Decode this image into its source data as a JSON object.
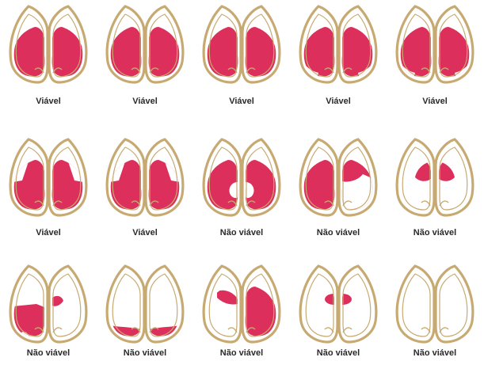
{
  "colors": {
    "seed_outline": "#c6aa72",
    "viable_tissue": "#dd2f5b",
    "label_text": "#2a2a2a"
  },
  "rows": [
    {
      "cells": [
        {
          "label": "Viável",
          "stain": "full"
        },
        {
          "label": "Viável",
          "stain": "full"
        },
        {
          "label": "Viável",
          "stain": "full"
        },
        {
          "label": "Viável",
          "stain": "full-edge-gap"
        },
        {
          "label": "Viável",
          "stain": "full-edge-gap"
        }
      ]
    },
    {
      "cells": [
        {
          "label": "Viável",
          "stain": "partial-top"
        },
        {
          "label": "Viável",
          "stain": "partial-top"
        },
        {
          "label": "Não viável",
          "stain": "ring-center-clear"
        },
        {
          "label": "Não viável",
          "stain": "bottom-clear"
        },
        {
          "label": "Não viável",
          "stain": "top-only"
        }
      ]
    },
    {
      "cells": [
        {
          "label": "Não viável",
          "stain": "one-side"
        },
        {
          "label": "Não viável",
          "stain": "bottom-band"
        },
        {
          "label": "Não viável",
          "stain": "one-side-upper"
        },
        {
          "label": "Não viável",
          "stain": "center-spot"
        },
        {
          "label": "Não viável",
          "stain": "none"
        }
      ]
    }
  ]
}
